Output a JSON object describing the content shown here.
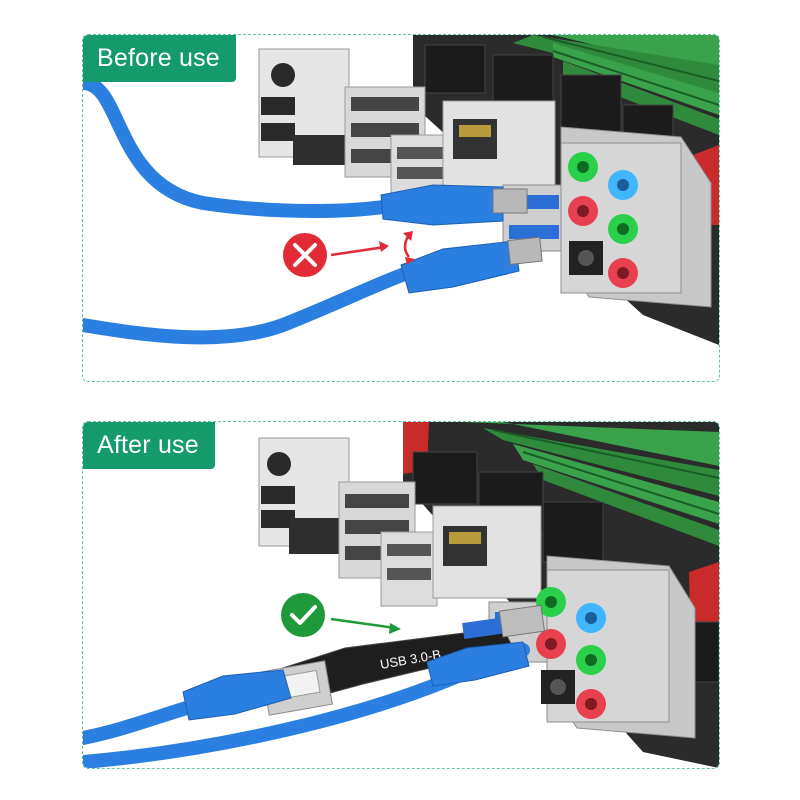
{
  "panels": [
    {
      "label": "Before use",
      "indicator": "cross-icon"
    },
    {
      "label": "After use",
      "indicator": "check-icon"
    }
  ],
  "adapter": {
    "text": "USB 3.0-B"
  },
  "colors": {
    "label_bg": "#159a6b",
    "cable": "#2b7fe0",
    "error": "#e22b36",
    "ok": "#1f9a3a",
    "audio_green": "#2ad04a",
    "audio_blue": "#3fb6ff",
    "audio_red": "#e8404f"
  }
}
